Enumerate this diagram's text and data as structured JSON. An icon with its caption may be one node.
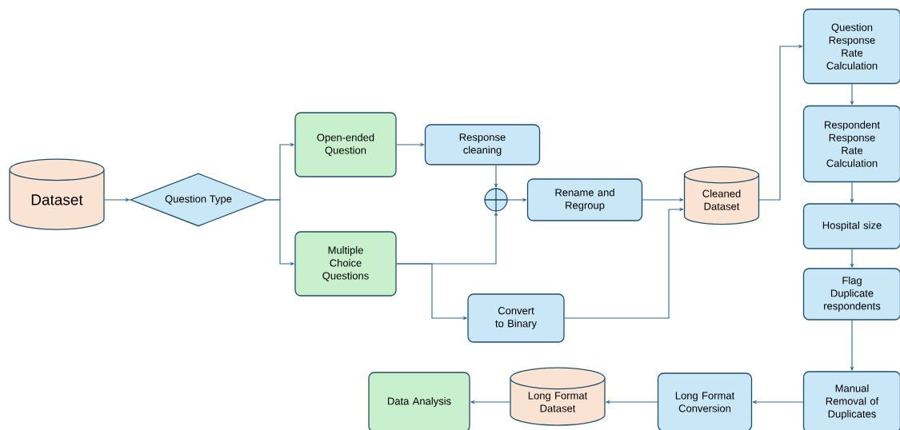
{
  "diagram": {
    "nodes": [
      {
        "text": [
          "Dataset"
        ]
      },
      {
        "text": [
          "Question Type"
        ]
      },
      {
        "text": [
          "Open-ended Question"
        ]
      },
      {
        "text": [
          "Multiple Choice Questions"
        ]
      },
      {
        "text": [
          "Response cleaning"
        ]
      },
      {
        "text": [],
        "shape": "circle"
      },
      {
        "text": [
          "Rename and Regroup"
        ]
      },
      {
        "text": [
          "Cleaned Dataset"
        ]
      },
      {
        "text": [
          "Convert to Binary"
        ]
      },
      {
        "text": [
          "Question Response Rate Calculation"
        ]
      },
      {
        "text": [
          "Respondent Response Rate Calculation"
        ]
      },
      {
        "text": [
          "Hospital size"
        ]
      },
      {
        "text": [
          "Flag Duplicate respondents"
        ]
      },
      {
        "text": [
          "Manual Removal of Duplicates"
        ]
      },
      {
        "text": [
          "Long Format Conversion"
        ]
      },
      {
        "text": [
          "Long Format Dataset"
        ]
      },
      {
        "text": [
          "Data Analysis"
        ]
      }
    ],
    "edges": [
      {
        "from": 0,
        "to": 1,
        "arrow": "to"
      },
      {
        "from": 1,
        "to": 2,
        "arrow": "to"
      },
      {
        "from": 1,
        "to": 3,
        "arrow": "to"
      },
      {
        "from": 2,
        "to": 4,
        "arrow": "to"
      },
      {
        "from": 4,
        "to": 5,
        "arrow": "to"
      },
      {
        "from": 3,
        "to": 5,
        "arrow": "to"
      },
      {
        "from": 3,
        "to": 8,
        "arrow": "to"
      },
      {
        "from": 5,
        "to": 6,
        "arrow": "to"
      },
      {
        "from": 6,
        "to": 7,
        "arrow": "to"
      },
      {
        "from": 8,
        "to": 7,
        "arrow": "to"
      },
      {
        "from": 7,
        "to": 9,
        "arrow": "to"
      },
      {
        "from": 9,
        "to": 10,
        "arrow": "to"
      },
      {
        "from": 10,
        "to": 11,
        "arrow": "to"
      },
      {
        "from": 11,
        "to": 12,
        "arrow": "to"
      },
      {
        "from": 12,
        "to": 13,
        "arrow": "to"
      },
      {
        "from": 13,
        "to": 14,
        "arrow": "to"
      },
      {
        "from": 14,
        "to": 15,
        "arrow": "to"
      },
      {
        "from": 15,
        "to": 16,
        "arrow": "to"
      }
    ]
  }
}
